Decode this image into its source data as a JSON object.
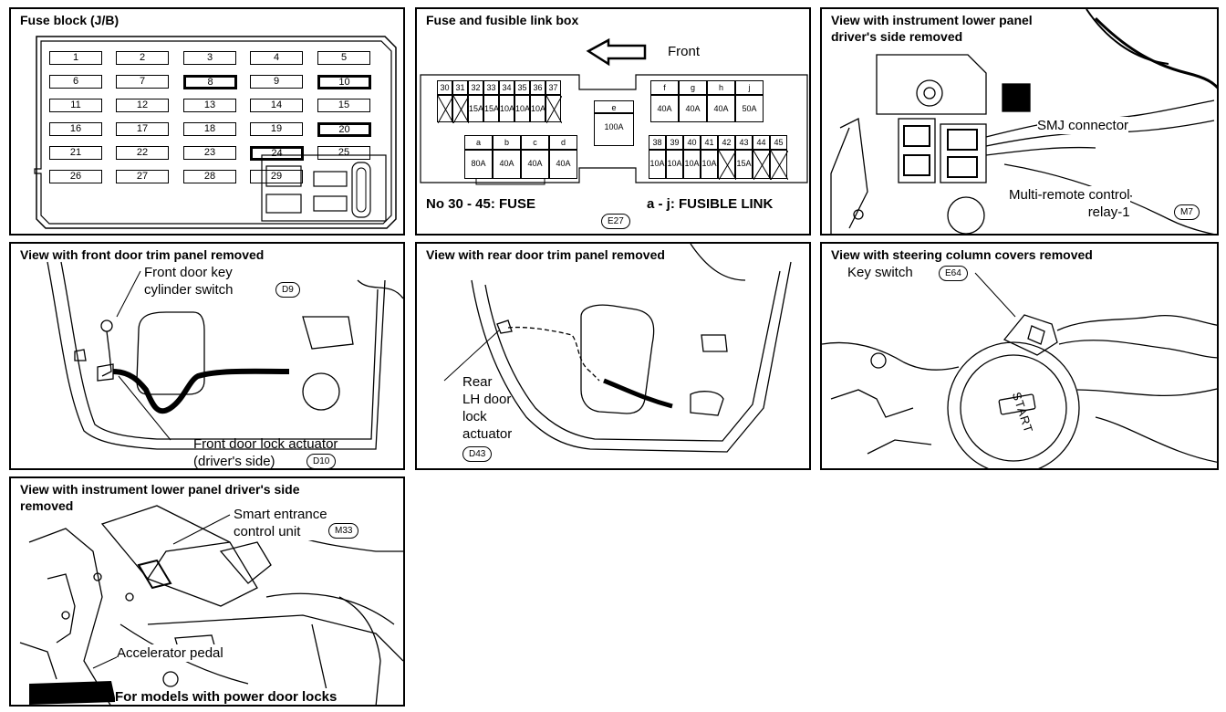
{
  "panels": {
    "fuse_block": {
      "title": "Fuse block (J/B)",
      "fuses": [
        "1",
        "2",
        "3",
        "4",
        "5",
        "6",
        "7",
        "8",
        "9",
        "10",
        "11",
        "12",
        "13",
        "14",
        "15",
        "16",
        "17",
        "18",
        "19",
        "20",
        "21",
        "22",
        "23",
        "24",
        "25",
        "26",
        "27",
        "28",
        "29"
      ]
    },
    "fuse_box": {
      "title": "Fuse and fusible link box",
      "front_label": "Front",
      "top_left_nums": [
        "30",
        "31",
        "32",
        "33",
        "34",
        "35",
        "36",
        "37"
      ],
      "top_left_amps": [
        "",
        "",
        "15A",
        "15A",
        "10A",
        "10A",
        "10A",
        ""
      ],
      "e_label": "e",
      "e_amp": "100A",
      "top_right_letters": [
        "f",
        "g",
        "h",
        "j"
      ],
      "top_right_amps": [
        "40A",
        "40A",
        "40A",
        "50A"
      ],
      "bottom_left_letters": [
        "a",
        "b",
        "c",
        "d"
      ],
      "bottom_left_amps": [
        "80A",
        "40A",
        "40A",
        "40A"
      ],
      "bottom_right_nums": [
        "38",
        "39",
        "40",
        "41",
        "42",
        "43",
        "44",
        "45"
      ],
      "bottom_right_amps": [
        "10A",
        "10A",
        "10A",
        "10A",
        "",
        "15A",
        "",
        ""
      ],
      "fuse_note": "No 30 - 45:  FUSE",
      "link_note": "a - j:  FUSIBLE LINK",
      "connector": "E27"
    },
    "instr_lower": {
      "title": "View with instrument lower panel\ndriver's side removed",
      "smj": "SMJ connector",
      "relay": "Multi-remote control\nrelay-1",
      "relay_conn": "M7"
    },
    "front_door": {
      "title": "View with front door trim panel removed",
      "key_switch": "Front door key\ncylinder switch",
      "key_conn": "D9",
      "actuator": "Front door lock actuator\n(driver's side)",
      "actuator_conn": "D10"
    },
    "rear_door": {
      "title": "View with rear door trim panel removed",
      "actuator": "Rear\nLH door\nlock\nactuator",
      "conn": "D43"
    },
    "steering": {
      "title": "View with steering column covers removed",
      "key_switch": "Key switch",
      "conn": "E64",
      "start": "START"
    },
    "smart_entrance": {
      "title": "View with instrument lower panel driver's side\nremoved",
      "unit": "Smart entrance\ncontrol unit",
      "conn": "M33",
      "pedal": "Accelerator pedal",
      "note": "For models with power door locks"
    }
  }
}
